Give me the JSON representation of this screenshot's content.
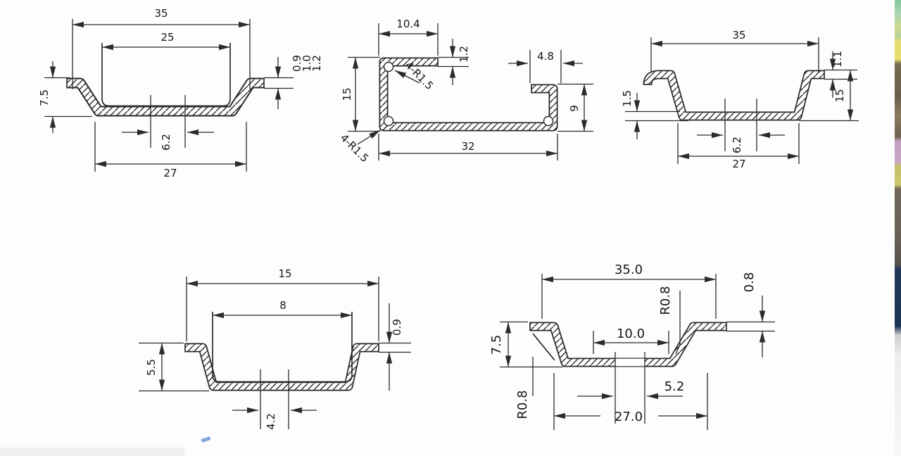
{
  "page": {
    "background": "#fdfdfd",
    "line_color": "#2b2b2b"
  },
  "edge_strip": {
    "colors": [
      "#85c8a0",
      "#e8df6e",
      "#6b5f4a",
      "#c9a6c6",
      "#cbc76b",
      "#6a6156",
      "#1d3456",
      "#ededed"
    ]
  },
  "drawings": [
    {
      "name": "top-left-hat-channel",
      "dims": {
        "top_width": "35",
        "inner_width": "25",
        "bottom_width": "27",
        "height": "7.5",
        "slot_width": "6.2",
        "thickness_options": [
          "0.9",
          "1.0",
          "1.2"
        ]
      }
    },
    {
      "name": "top-middle-g-profile",
      "dims": {
        "flange_width": "10.4",
        "flange_thickness": "1.2",
        "height": "15",
        "radius_top": "4-R1.5",
        "radius_bottom": "4-R1.5",
        "bottom_width": "32",
        "lip_width": "4.8",
        "lip_height": "9"
      }
    },
    {
      "name": "top-right-hat-channel",
      "dims": {
        "top_width": "35",
        "flange_thickness": "1.1",
        "side_height": "15",
        "base_thickness": "1.5",
        "slot_width": "6.2",
        "bottom_width": "27"
      }
    },
    {
      "name": "bottom-left-hat-channel",
      "dims": {
        "top_width": "15",
        "inner_width": "8",
        "thickness": "0.9",
        "height": "5.5",
        "slot_width": "4.2"
      }
    },
    {
      "name": "bottom-right-din-rail",
      "dims": {
        "top_width": "35.0",
        "thickness": "0.8",
        "height": "7.5",
        "inner_width": "10.0",
        "radius_top": "R0.8",
        "radius_bottom": "R0.8",
        "slot_width": "5.2",
        "bottom_width": "27.0"
      }
    }
  ]
}
